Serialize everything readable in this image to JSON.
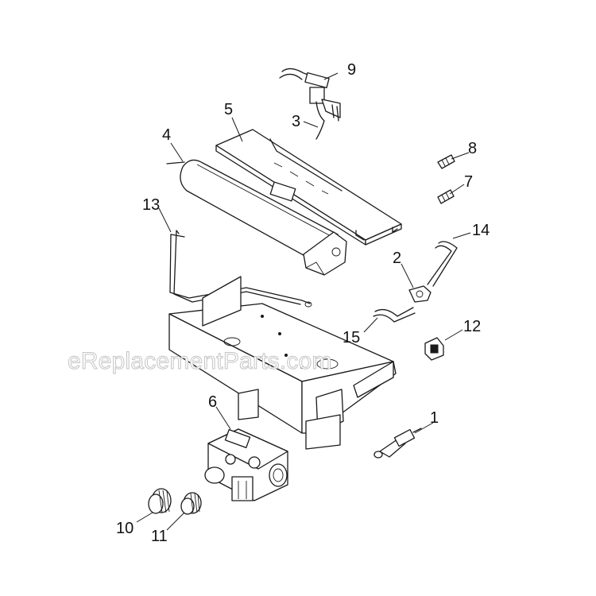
{
  "watermark": "eReplacementParts.com",
  "callouts": {
    "n1": "1",
    "n2": "2",
    "n3": "3",
    "n4": "4",
    "n5": "5",
    "n6": "6",
    "n7": "7",
    "n8": "8",
    "n9": "9",
    "n10": "10",
    "n11": "11",
    "n12": "12",
    "n13": "13",
    "n14": "14",
    "n15": "15"
  }
}
